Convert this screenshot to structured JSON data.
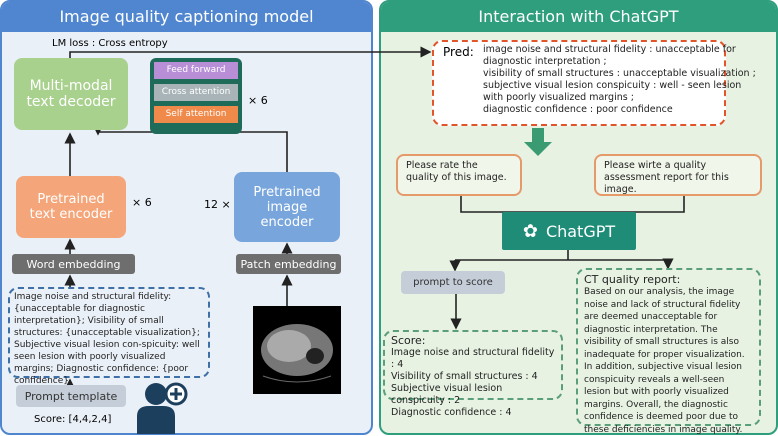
{
  "left": {
    "title": "Image quality captioning model",
    "loss": "LM loss : Cross entropy",
    "decoder": "Multi-modal text decoder",
    "layers": [
      "Feed forward",
      "Cross attention",
      "Self attention"
    ],
    "decoder_repeat": "× 6",
    "text_encoder": "Pretrained text encoder",
    "text_repeat": "× 6",
    "image_encoder": "Pretrained image encoder",
    "image_repeat": "12 ×",
    "word_embedding": "Word embedding",
    "patch_embedding": "Patch embedding",
    "template_text": "Image noise and structural fidelity: {unacceptable for diagnostic interpretation}; Visibility of small structures: {unacceptable visualization}; Subjective visual lesion con-spicuity: well seen lesion with poorly visualized margins; Diagnostic confidence: {poor confidence}",
    "prompt_template": "Prompt template",
    "score": "Score: [4,4,2,4]",
    "colors": {
      "header": "#4f86cf",
      "decoder": "#a9d18e",
      "text_encoder": "#f4a67a",
      "image_encoder": "#78a6dc"
    }
  },
  "right": {
    "title": "Interaction with ChatGPT",
    "pred_label": "Pred:",
    "pred_lines": [
      "image noise and structural fidelity : unacceptable for",
      "diagnostic interpretation ;",
      "visibility of small structures : unacceptable visualization ;",
      "subjective visual lesion conspicuity : well - seen lesion",
      "with poorly visualized margins ;",
      "diagnostic confidence : poor confidence"
    ],
    "prompt_rate": "Please rate the quality of this image.",
    "prompt_report": "Please wirte a quality assessment report for this image.",
    "chatgpt": "ChatGPT",
    "prompt_to_score": "prompt to score",
    "score_title": "Score:",
    "scores": [
      "Image noise and structural fidelity : 4",
      "Visibility of small structures : 4",
      "Subjective visual lesion conspicuity : 2",
      "Diagnostic confidence : 4"
    ],
    "report_title": "CT quality report:",
    "report": "Based on our analysis, the image noise and lack of structural fidelity are deemed unacceptable for diagnostic interpretation. The visibility of small structures is also inadequate for proper visualization. In addition, subjective visual lesion conspicuity reveals a well-seen lesion but with poorly visualized margins. Overall, the diagnostic confidence is deemed poor due to these deficiencies in image quality.",
    "colors": {
      "header": "#2f9e7c",
      "chatgpt": "#1f8c78"
    }
  }
}
